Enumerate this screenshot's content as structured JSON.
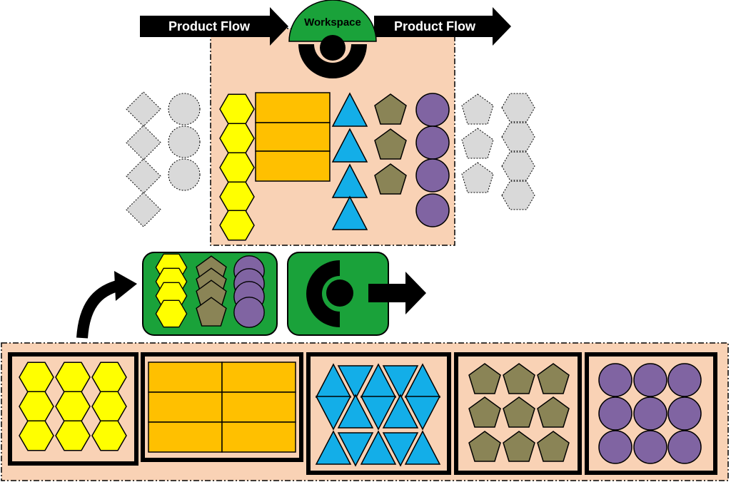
{
  "flow": {
    "left_label": "Product Flow",
    "right_label": "Product Flow",
    "workspace_label": "Workspace"
  },
  "colors": {
    "background_zone": "#f9d2b5",
    "hexagon": "#ffff00",
    "rectangle": "#ffc000",
    "triangle": "#13aee8",
    "pentagon": "#8a8456",
    "circle": "#8064a2",
    "inactive": "#d9d9d9",
    "kit_tray": "#1aa23a",
    "arrow": "#000000"
  },
  "icons": [
    "product-flow-arrow-icon",
    "workspace-operator-icon",
    "kit-tray-icon",
    "operator-station-icon",
    "output-arrow-icon",
    "curved-arrow-icon"
  ]
}
